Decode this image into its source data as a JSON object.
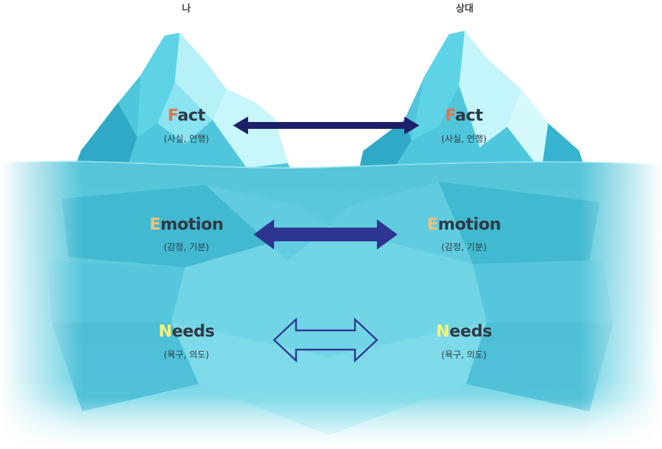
{
  "headers": {
    "left": "나",
    "right": "상대"
  },
  "levels": [
    {
      "cap": "F",
      "rest": "act",
      "sub": "(사실, 언행)",
      "capColor": "#e0734f",
      "arrow": "solid-thin"
    },
    {
      "cap": "E",
      "rest": "motion",
      "sub": "(감정, 기분)",
      "capColor": "#f1c27a",
      "arrow": "solid-thick"
    },
    {
      "cap": "N",
      "rest": "eeds",
      "sub": "(욕구, 의도)",
      "capColor": "#f6f37a",
      "arrow": "outline"
    }
  ],
  "colors": {
    "arrowDark": "#1e1f6b",
    "arrowMid": "#2d3591",
    "water": "#5ec9dc",
    "ice": "#aef0f8"
  }
}
